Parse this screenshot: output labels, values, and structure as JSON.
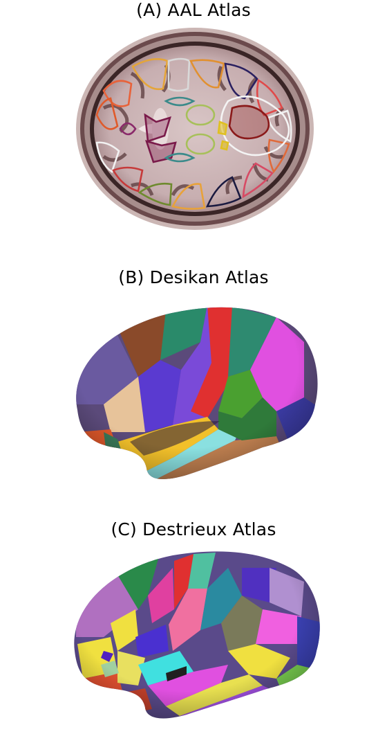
{
  "figure": {
    "panels": [
      {
        "title": "(A) AAL Atlas",
        "image": "axial MRI slice with colored region outlines"
      },
      {
        "title": "(B) Desikan Atlas",
        "image": "lateral cortical surface colored by parcels"
      },
      {
        "title": "(C) Destrieux Atlas",
        "image": "lateral cortical surface colored by parcels"
      }
    ]
  }
}
